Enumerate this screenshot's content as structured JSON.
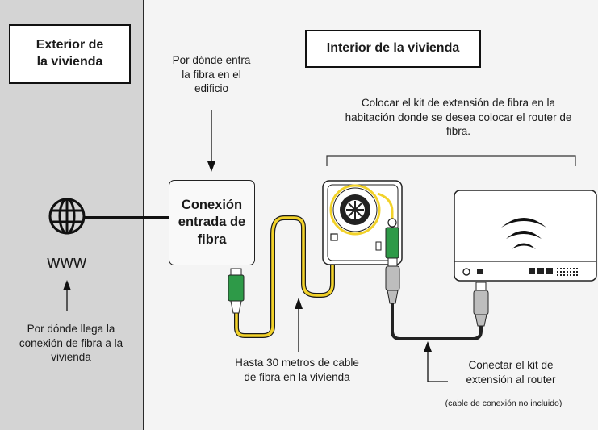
{
  "labels": {
    "exterior_title": "Exterior de la vivienda",
    "interior_title": "Interior de la vivienda",
    "fiber_entry_note": "Por dónde entra la fibra en el edificio",
    "connection_box": "Conexión entrada de fibra",
    "kit_note": "Colocar el kit de extensión de fibra en la habitación donde se desea colocar el router de fibra.",
    "www": "www",
    "arrival_note": "Por dónde llega la conexión de fibra a la vivienda",
    "cable_note": "Hasta 30 metros de cable de fibra en la vivienda",
    "router_note": "Conectar el kit de extensión al router",
    "cable_not_included": "(cable de conexión no incluido)"
  },
  "colors": {
    "exterior_bg": "#d4d4d4",
    "interior_bg": "#f4f4f4",
    "fiber_cable": "#f2d22a",
    "connector_green": "#2e9a48",
    "router_cable": "#222222"
  },
  "icons": [
    "globe-icon",
    "fiber-reel-icon",
    "router-icon",
    "wifi-icon"
  ]
}
